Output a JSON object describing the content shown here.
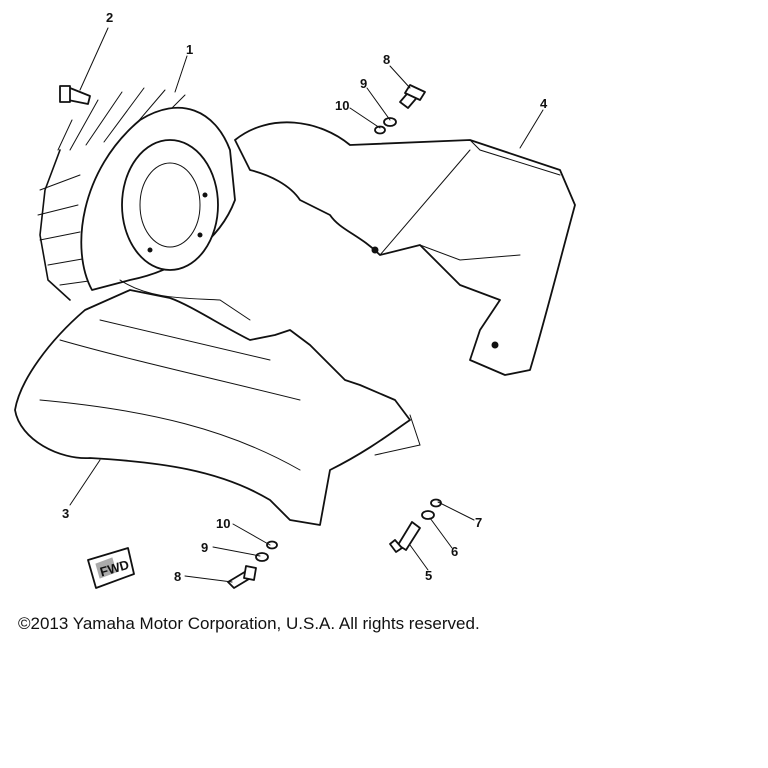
{
  "copyright": "©2013 Yamaha Motor Corporation, U.S.A. All rights reserved.",
  "fwd_mark": "FWD",
  "callouts": {
    "p1": "1",
    "p2": "2",
    "p3": "3",
    "p4": "4",
    "p5": "5",
    "p6": "6",
    "p7": "7",
    "p8_top": "8",
    "p9_top": "9",
    "p10_top": "10",
    "p8_bottom": "8",
    "p9_bottom": "9",
    "p10_bottom": "10"
  }
}
